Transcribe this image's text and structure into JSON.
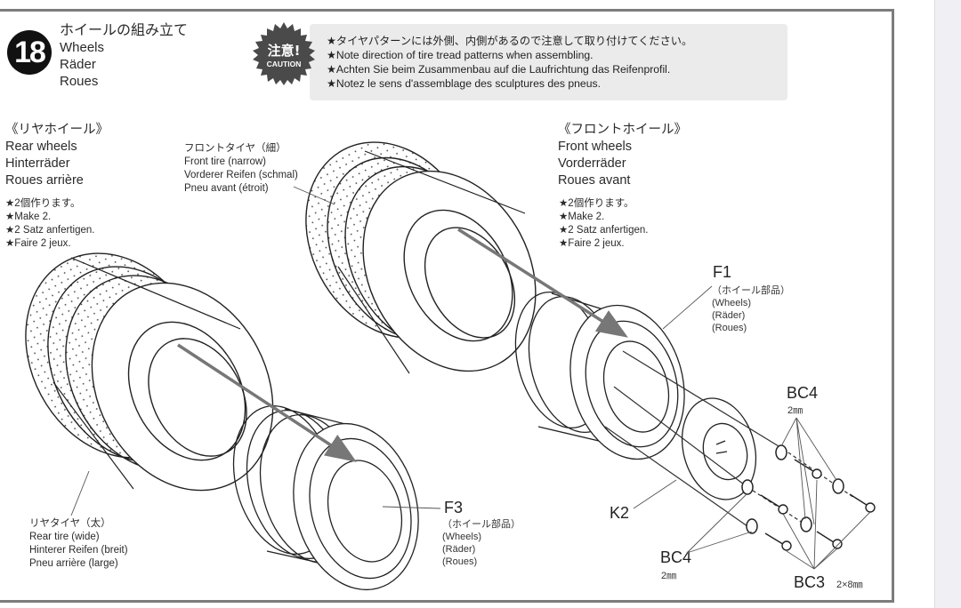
{
  "step": {
    "number": "18",
    "title_jp": "ホイールの組み立て",
    "title_en": "Wheels",
    "title_de": "Räder",
    "title_fr": "Roues"
  },
  "caution": {
    "badge_jp": "注意!",
    "badge_en": "CAUTION",
    "lines": [
      "★タイヤパターンには外側、内側があるので注意して取り付けてください。",
      "★Note direction of tire tread patterns when assembling.",
      "★Achten Sie beim Zusammenbau auf die Laufrichtung das Reifenprofil.",
      "★Notez le sens d'assemblage des sculptures des pneus."
    ]
  },
  "rear_wheels": {
    "heading_jp": "《リヤホイール》",
    "heading_en": "Rear wheels",
    "heading_de": "Hinterräder",
    "heading_fr": "Roues arrière",
    "notes": [
      "★2個作ります。",
      "★Make 2.",
      "★2 Satz anfertigen.",
      "★Faire 2 jeux."
    ]
  },
  "front_wheels": {
    "heading_jp": "《フロントホイール》",
    "heading_en": "Front wheels",
    "heading_de": "Vorderräder",
    "heading_fr": "Roues avant",
    "notes": [
      "★2個作ります。",
      "★Make 2.",
      "★2 Satz anfertigen.",
      "★Faire 2 jeux."
    ]
  },
  "front_tire_label": {
    "jp": "フロントタイヤ（細）",
    "en": "Front tire (narrow)",
    "de": "Vorderer Reifen (schmal)",
    "fr": "Pneu avant (étroit)"
  },
  "rear_tire_label": {
    "jp": "リヤタイヤ（太）",
    "en": "Rear tire (wide)",
    "de": "Hinterer Reifen (breit)",
    "fr": "Pneu arrière (large)"
  },
  "parts": {
    "f1": {
      "code": "F1",
      "jp": "（ホイール部品）",
      "en": "(Wheels)",
      "de": "(Räder)",
      "fr": "(Roues)"
    },
    "f3": {
      "code": "F3",
      "jp": "（ホイール部品）",
      "en": "(Wheels)",
      "de": "(Räder)",
      "fr": "(Roues)"
    },
    "k2": {
      "code": "K2"
    },
    "bc4_top": {
      "code": "BC4",
      "size": "2㎜"
    },
    "bc4_bottom": {
      "code": "BC4",
      "size": "2㎜"
    },
    "bc3": {
      "code": "BC3",
      "size": "2×8㎜"
    }
  },
  "colors": {
    "ink": "#2a2a2a",
    "caution_bg": "#ebebeb",
    "badge": "#4a4a4a",
    "frame": "#7c7c7c",
    "gutter": "#efeff4"
  }
}
